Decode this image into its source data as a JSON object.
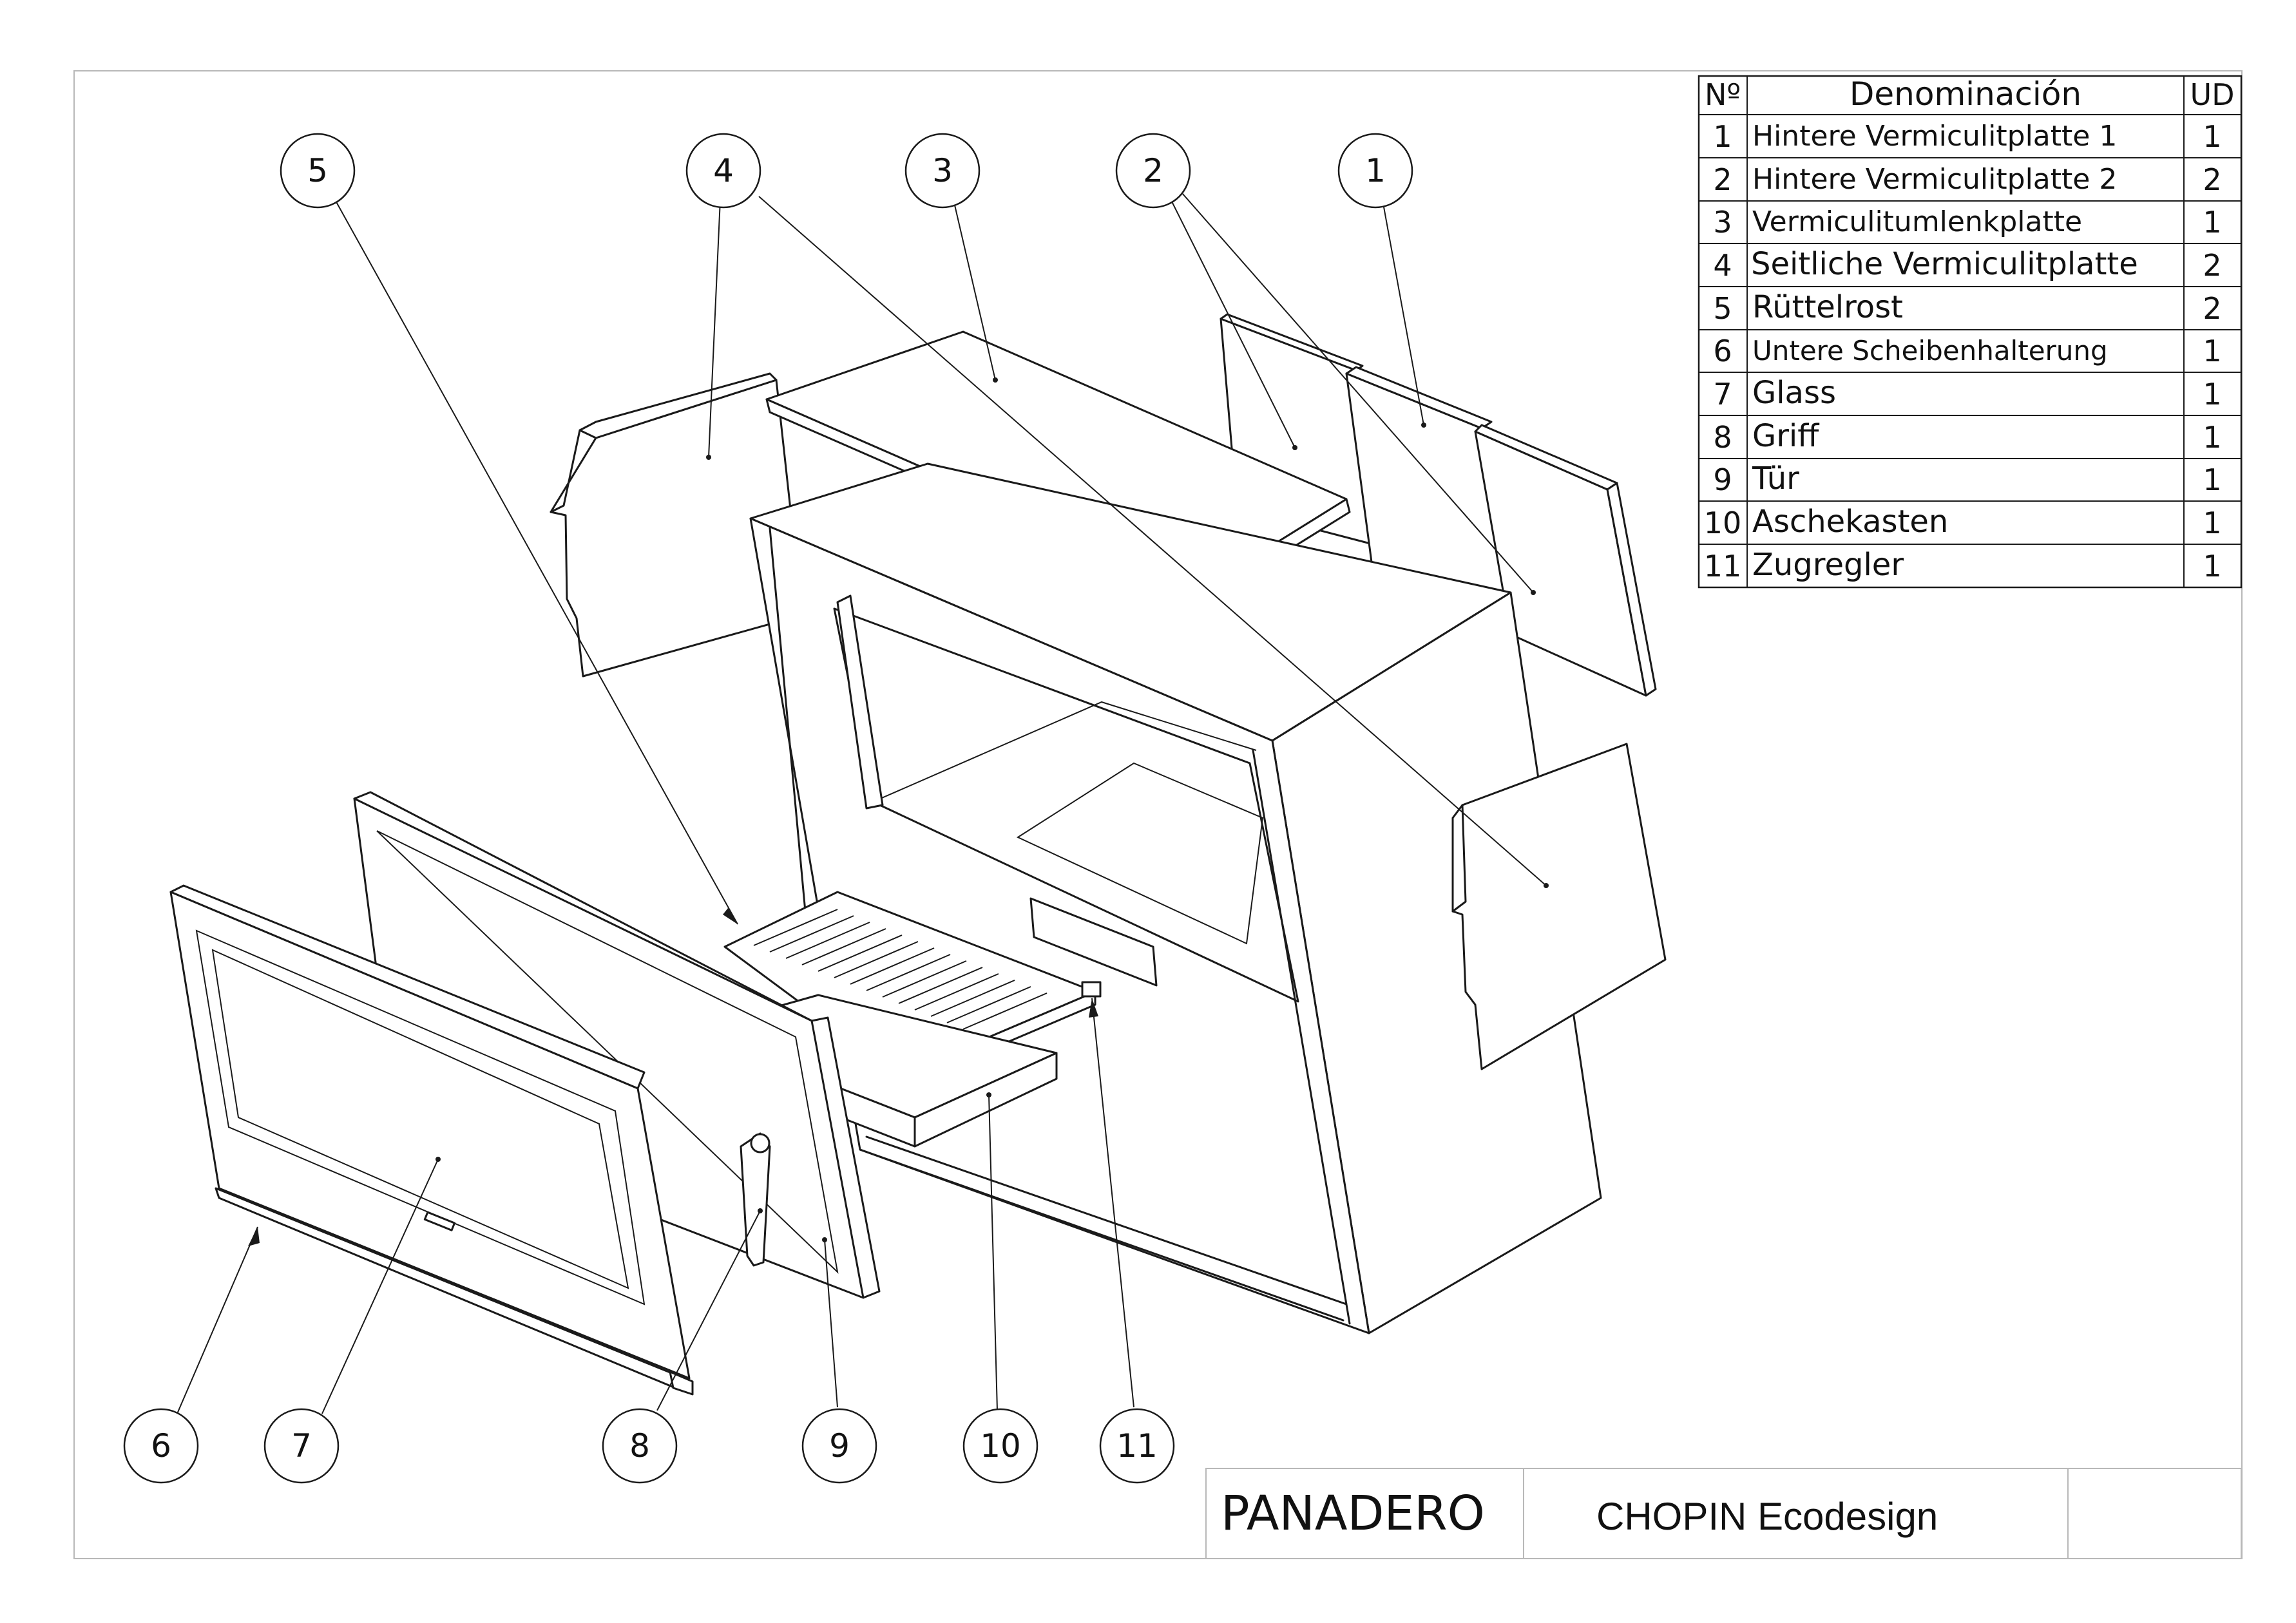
{
  "bom": {
    "headers": {
      "num": "Nº",
      "name": "Denominación",
      "qty": "UD"
    },
    "rows": [
      {
        "num": "1",
        "name": "Hintere Vermiculitplatte 1",
        "qty": "1"
      },
      {
        "num": "2",
        "name": "Hintere Vermiculitplatte 2",
        "qty": "2"
      },
      {
        "num": "3",
        "name": "Vermiculitumlenkplatte",
        "qty": "1"
      },
      {
        "num": "4",
        "name": "Seitliche Vermiculitplatte",
        "qty": "2"
      },
      {
        "num": "5",
        "name": "Rüttelrost",
        "qty": "2"
      },
      {
        "num": "6",
        "name": "Untere Scheibenhalterung",
        "qty": "1"
      },
      {
        "num": "7",
        "name": "Glass",
        "qty": "1"
      },
      {
        "num": "8",
        "name": "Griff",
        "qty": "1"
      },
      {
        "num": "9",
        "name": "Tür",
        "qty": "1"
      },
      {
        "num": "10",
        "name": "Aschekasten",
        "qty": "1"
      },
      {
        "num": "11",
        "name": "Zugregler",
        "qty": "1"
      }
    ]
  },
  "title_block": {
    "company": "PANADERO",
    "model": "CHOPIN Ecodesign"
  },
  "balloons": [
    "1",
    "2",
    "3",
    "4",
    "5",
    "6",
    "7",
    "8",
    "9",
    "10",
    "11"
  ]
}
